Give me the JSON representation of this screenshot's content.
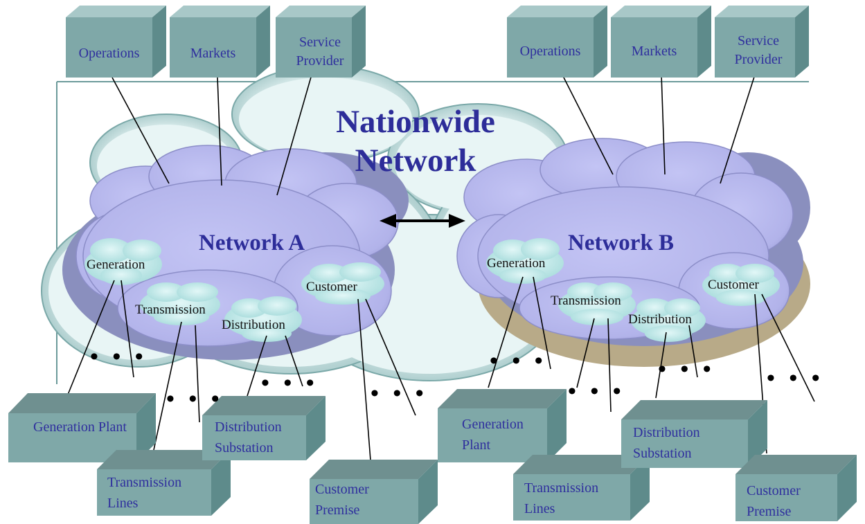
{
  "diagram": {
    "title": "Nationwide Network",
    "networks": [
      "Network A",
      "Network B"
    ],
    "top_boxes": [
      "Operations",
      "Markets",
      "Service Provider"
    ],
    "sub_clouds": [
      "Generation",
      "Transmission",
      "Distribution",
      "Customer"
    ],
    "bottom_boxes": [
      "Generation Plant",
      "Transmission Lines",
      "Distribution Substation",
      "Customer Premise"
    ],
    "ellipsis": "• • •"
  },
  "colors": {
    "box_front": "#7fa8a8",
    "box_top": "#a8c8c8",
    "box_side": "#5e8b8b",
    "box_text": "#2f2f9e",
    "network_cloud": "#b7b8ee",
    "network_cloud_shadow": "#8a8fbe",
    "nationwide_cloud": "#d7eeee",
    "sub_cloud": "#bfeaea",
    "title_text": "#2d2d99"
  }
}
